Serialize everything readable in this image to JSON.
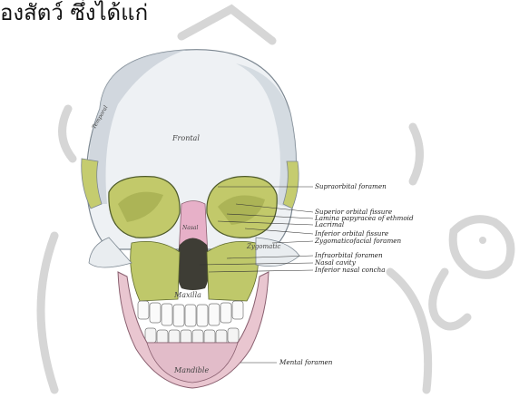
{
  "header": {
    "text": "องสัตว์ ซึ่งได้แก่"
  },
  "bones": {
    "frontal": "Frontal",
    "zygomatic": "Zygomatic",
    "maxilla": "Maxilla",
    "mandible": "Mandible",
    "nasal": "Nasal",
    "temporal": "Temporal"
  },
  "labels": [
    "Supraorbital foramen",
    "Superior orbital fissure",
    "Lamina papyracea of ethmoid",
    "Lacrimal",
    "Inferior orbital fissure",
    "Zygomaticofacial foramen",
    "Infraorbital foramen",
    "Nasal cavity",
    "Inferior nasal concha",
    "Mental foramen"
  ],
  "colors": {
    "bone_white": "#f2f4f6",
    "bone_shade": "#b9c3cc",
    "maxilla": "#bfc86a",
    "mandible": "#e7c9d2",
    "nasal": "#e6a9c4",
    "watermark": "#d2d2d2"
  }
}
